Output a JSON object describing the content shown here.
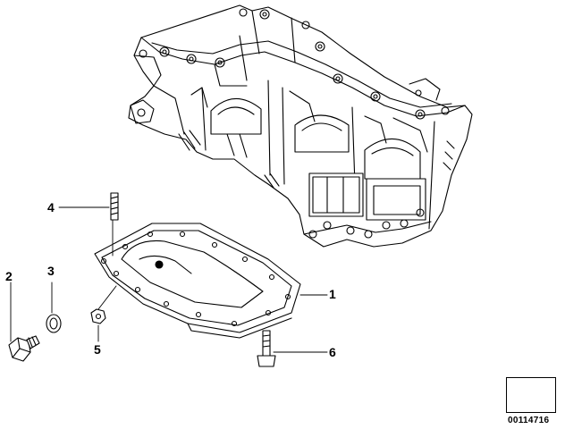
{
  "callouts": {
    "pan": "1",
    "drain_plug": "2",
    "seal_ring": "3",
    "stud": "4",
    "nut": "5",
    "bolt": "6"
  },
  "footer": {
    "diagram_code": "00114716",
    "nav_icon": "arrow-down-left-icon"
  },
  "colors": {
    "line": "#000000",
    "background": "#ffffff"
  }
}
